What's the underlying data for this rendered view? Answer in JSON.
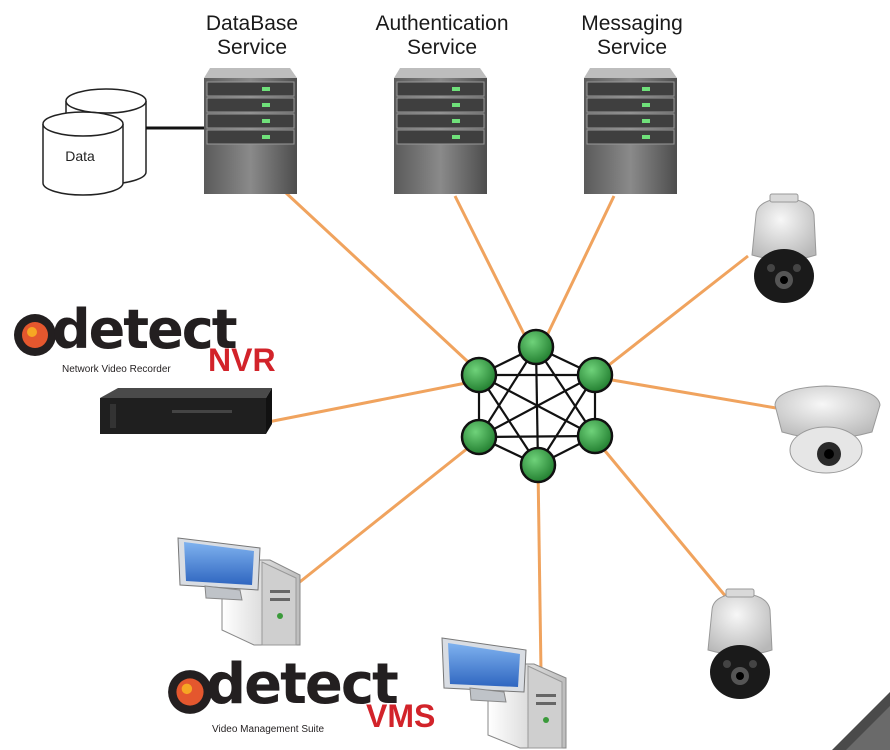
{
  "services": [
    {
      "line1": "DataBase",
      "line2": "Service"
    },
    {
      "line1": "Authentication",
      "line2": "Service"
    },
    {
      "line1": "Messaging",
      "line2": "Service"
    }
  ],
  "database": {
    "label": "Data"
  },
  "nvr_logo": {
    "word": "detect",
    "product": "NVR",
    "tagline": "Network Video Recorder"
  },
  "vms_logo": {
    "word": "detect",
    "product": "VMS",
    "tagline": "Video Management Suite"
  },
  "colors": {
    "link": "#f0a35e",
    "node": "#2e8b3e",
    "logo_red": "#d2232a",
    "server": "#6f6f6f"
  }
}
